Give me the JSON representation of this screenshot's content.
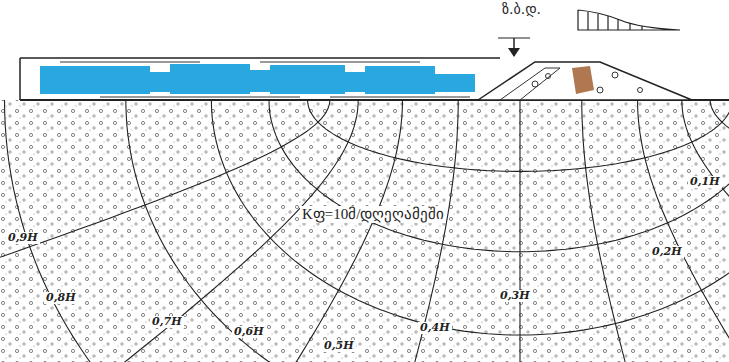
{
  "diagram": {
    "labels": [
      "ზ.ბ.დ.",
      "Kფ=10მ/დღეღამეში",
      "0,9H",
      "0,8H",
      "0,7H",
      "0,6H",
      "0,5H",
      "0,4H",
      "0,3H",
      "0,2H",
      "0,1H"
    ]
  }
}
